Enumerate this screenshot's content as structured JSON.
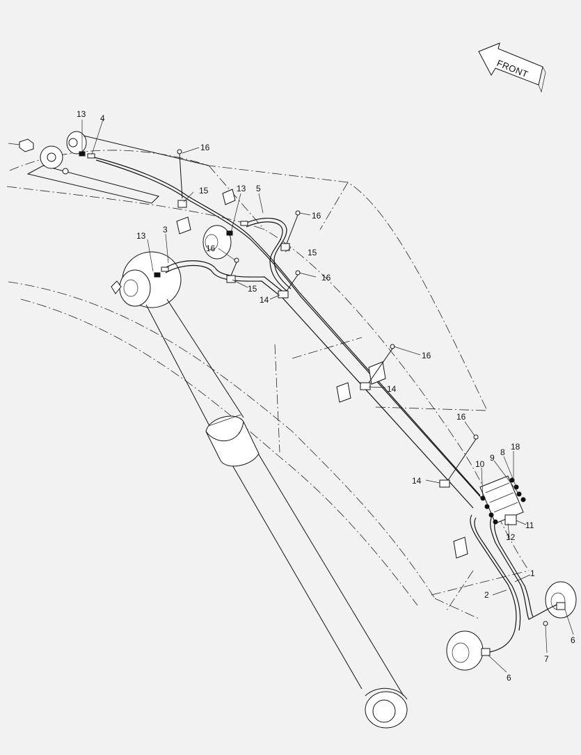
{
  "diagram": {
    "direction_arrow": {
      "label": "FRONT"
    },
    "callouts": [
      {
        "id": "c13a",
        "text": "13"
      },
      {
        "id": "c4",
        "text": "4"
      },
      {
        "id": "c16a",
        "text": "16"
      },
      {
        "id": "c15a",
        "text": "15"
      },
      {
        "id": "c13b",
        "text": "13"
      },
      {
        "id": "c5",
        "text": "5"
      },
      {
        "id": "c16b",
        "text": "16"
      },
      {
        "id": "c13c",
        "text": "13"
      },
      {
        "id": "c3",
        "text": "3"
      },
      {
        "id": "c16c",
        "text": "16"
      },
      {
        "id": "c15b",
        "text": "15"
      },
      {
        "id": "c16d",
        "text": "16"
      },
      {
        "id": "c15c",
        "text": "15"
      },
      {
        "id": "c14a",
        "text": "14"
      },
      {
        "id": "c16e",
        "text": "16"
      },
      {
        "id": "c14b",
        "text": "14"
      },
      {
        "id": "c16f",
        "text": "16"
      },
      {
        "id": "c18",
        "text": "18"
      },
      {
        "id": "c8",
        "text": "8"
      },
      {
        "id": "c9",
        "text": "9"
      },
      {
        "id": "c10",
        "text": "10"
      },
      {
        "id": "c14c",
        "text": "14"
      },
      {
        "id": "c11",
        "text": "11"
      },
      {
        "id": "c12",
        "text": "12"
      },
      {
        "id": "c1",
        "text": "1"
      },
      {
        "id": "c2",
        "text": "2"
      },
      {
        "id": "c6a",
        "text": "6"
      },
      {
        "id": "c7",
        "text": "7"
      },
      {
        "id": "c6b",
        "text": "6"
      }
    ]
  }
}
